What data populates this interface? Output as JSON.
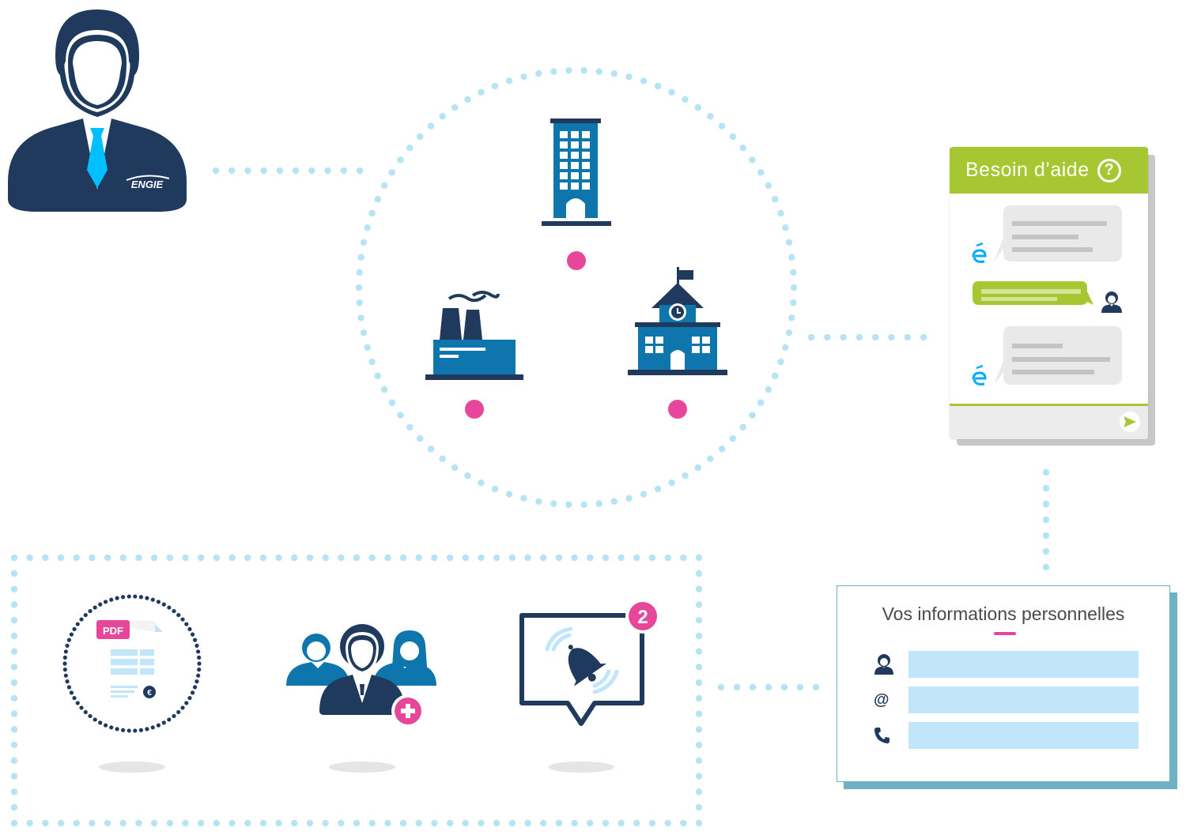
{
  "chat": {
    "title": "Besoin d’aide",
    "help_symbol": "?"
  },
  "info_card": {
    "title": "Vos informations personnelles",
    "fields": [
      {
        "icon": "user-icon",
        "value": ""
      },
      {
        "icon": "at-icon",
        "value": "",
        "symbol": "@"
      },
      {
        "icon": "phone-icon",
        "value": ""
      }
    ]
  },
  "services": {
    "pdf_badge": "PDF",
    "euro_symbol": "€",
    "notification_count": "2"
  },
  "logo_text": "ENGIE",
  "colors": {
    "navy": "#1f3a5c",
    "blue": "#0f75ad",
    "light_blue": "#c1e6fb",
    "dots": "#b7e3f7",
    "pink": "#e6479a",
    "green": "#a6c731"
  }
}
